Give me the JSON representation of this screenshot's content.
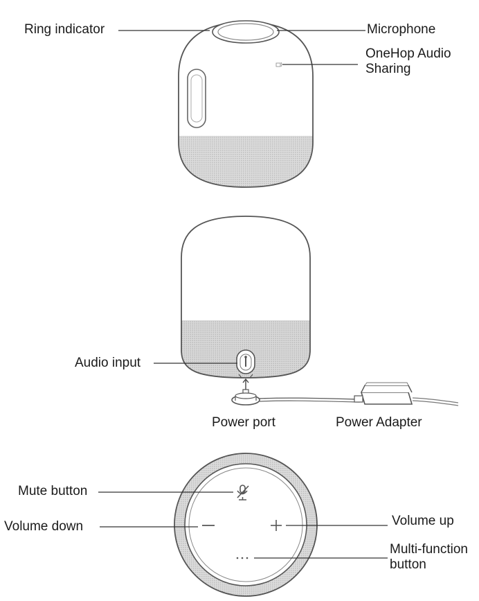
{
  "labels": {
    "ring_indicator": "Ring indicator",
    "microphone": "Microphone",
    "onehop_line1": "OneHop Audio",
    "onehop_line2": "Sharing",
    "audio_input": "Audio input",
    "power_port": "Power port",
    "power_adapter": "Power Adapter",
    "mute_button": "Mute button",
    "volume_down": "Volume down",
    "volume_up": "Volume up",
    "multi_line1": "Multi-function",
    "multi_line2": "button"
  },
  "colors": {
    "outline": "#555555",
    "mesh": "#d4d4d4",
    "mesh_dark": "#b5b5b5",
    "leader": "#333333",
    "text": "#1a1a1a"
  }
}
